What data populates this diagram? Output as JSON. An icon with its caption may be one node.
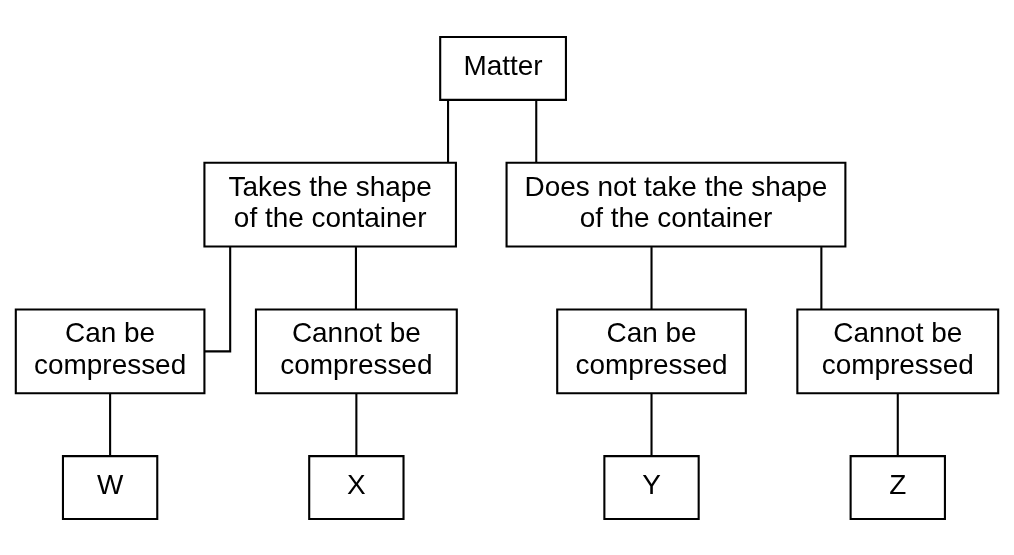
{
  "diagram": {
    "nodes": [
      {
        "text": [
          "Matter"
        ]
      },
      {
        "text": [
          "Takes the shape of the container"
        ]
      },
      {
        "text": [
          "Does not take the shape of the container"
        ]
      },
      {
        "text": [
          "Can be compressed"
        ]
      },
      {
        "text": [
          "Cannot be compressed"
        ]
      },
      {
        "text": [
          "Can be compressed"
        ]
      },
      {
        "text": [
          "Cannot be compressed"
        ]
      },
      {
        "text": [
          "W"
        ]
      },
      {
        "text": [
          "X"
        ]
      },
      {
        "text": [
          "Y"
        ]
      },
      {
        "text": [
          "Z"
        ]
      }
    ],
    "edges": [
      {
        "from": 0,
        "to": 1,
        "arrow": "none"
      },
      {
        "from": 0,
        "to": 2,
        "arrow": "none"
      },
      {
        "from": 1,
        "to": 3,
        "arrow": "none"
      },
      {
        "from": 1,
        "to": 4,
        "arrow": "none"
      },
      {
        "from": 2,
        "to": 5,
        "arrow": "none"
      },
      {
        "from": 2,
        "to": 6,
        "arrow": "none"
      },
      {
        "from": 3,
        "to": 7,
        "arrow": "none"
      },
      {
        "from": 4,
        "to": 8,
        "arrow": "none"
      },
      {
        "from": 5,
        "to": 9,
        "arrow": "none"
      },
      {
        "from": 6,
        "to": 10,
        "arrow": "none"
      }
    ]
  }
}
